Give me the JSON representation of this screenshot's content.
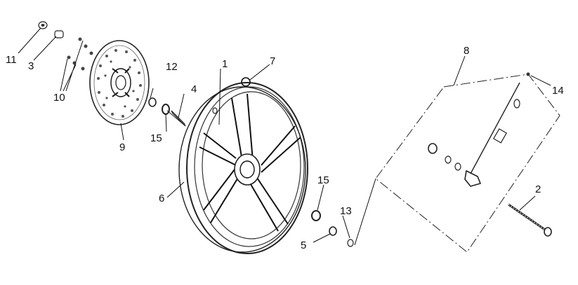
{
  "diagram": {
    "callouts": [
      {
        "id": "c1",
        "label": "1"
      },
      {
        "id": "c2",
        "label": "2"
      },
      {
        "id": "c3",
        "label": "3"
      },
      {
        "id": "c4",
        "label": "4"
      },
      {
        "id": "c5",
        "label": "5"
      },
      {
        "id": "c6",
        "label": "6"
      },
      {
        "id": "c7",
        "label": "7"
      },
      {
        "id": "c8",
        "label": "8"
      },
      {
        "id": "c9",
        "label": "9"
      },
      {
        "id": "c10",
        "label": "10"
      },
      {
        "id": "c11",
        "label": "11"
      },
      {
        "id": "c12",
        "label": "12"
      },
      {
        "id": "c13",
        "label": "13"
      },
      {
        "id": "c14",
        "label": "14"
      },
      {
        "id": "c15a",
        "label": "15"
      },
      {
        "id": "c15b",
        "label": "15"
      }
    ]
  }
}
